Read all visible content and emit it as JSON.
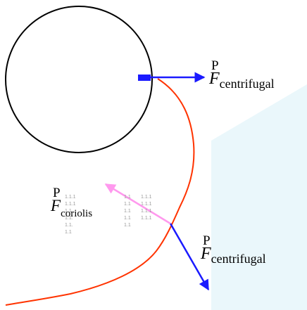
{
  "colors": {
    "orbit": "#000000",
    "trajectory": "#ff3300",
    "centrifugal_arrow": "#1a1aff",
    "coriolis_arrow": "#ff99ee",
    "background_panel": "#eaf7fb"
  },
  "labels": {
    "centrifugal_top": {
      "symbol": "F",
      "mark": "P",
      "subscript": "centrifugal"
    },
    "centrifugal_bottom": {
      "symbol": "F",
      "mark": "P",
      "subscript": "centrifugal"
    },
    "coriolis": {
      "symbol": "F",
      "mark": "P",
      "subscript": "coriolis"
    }
  }
}
